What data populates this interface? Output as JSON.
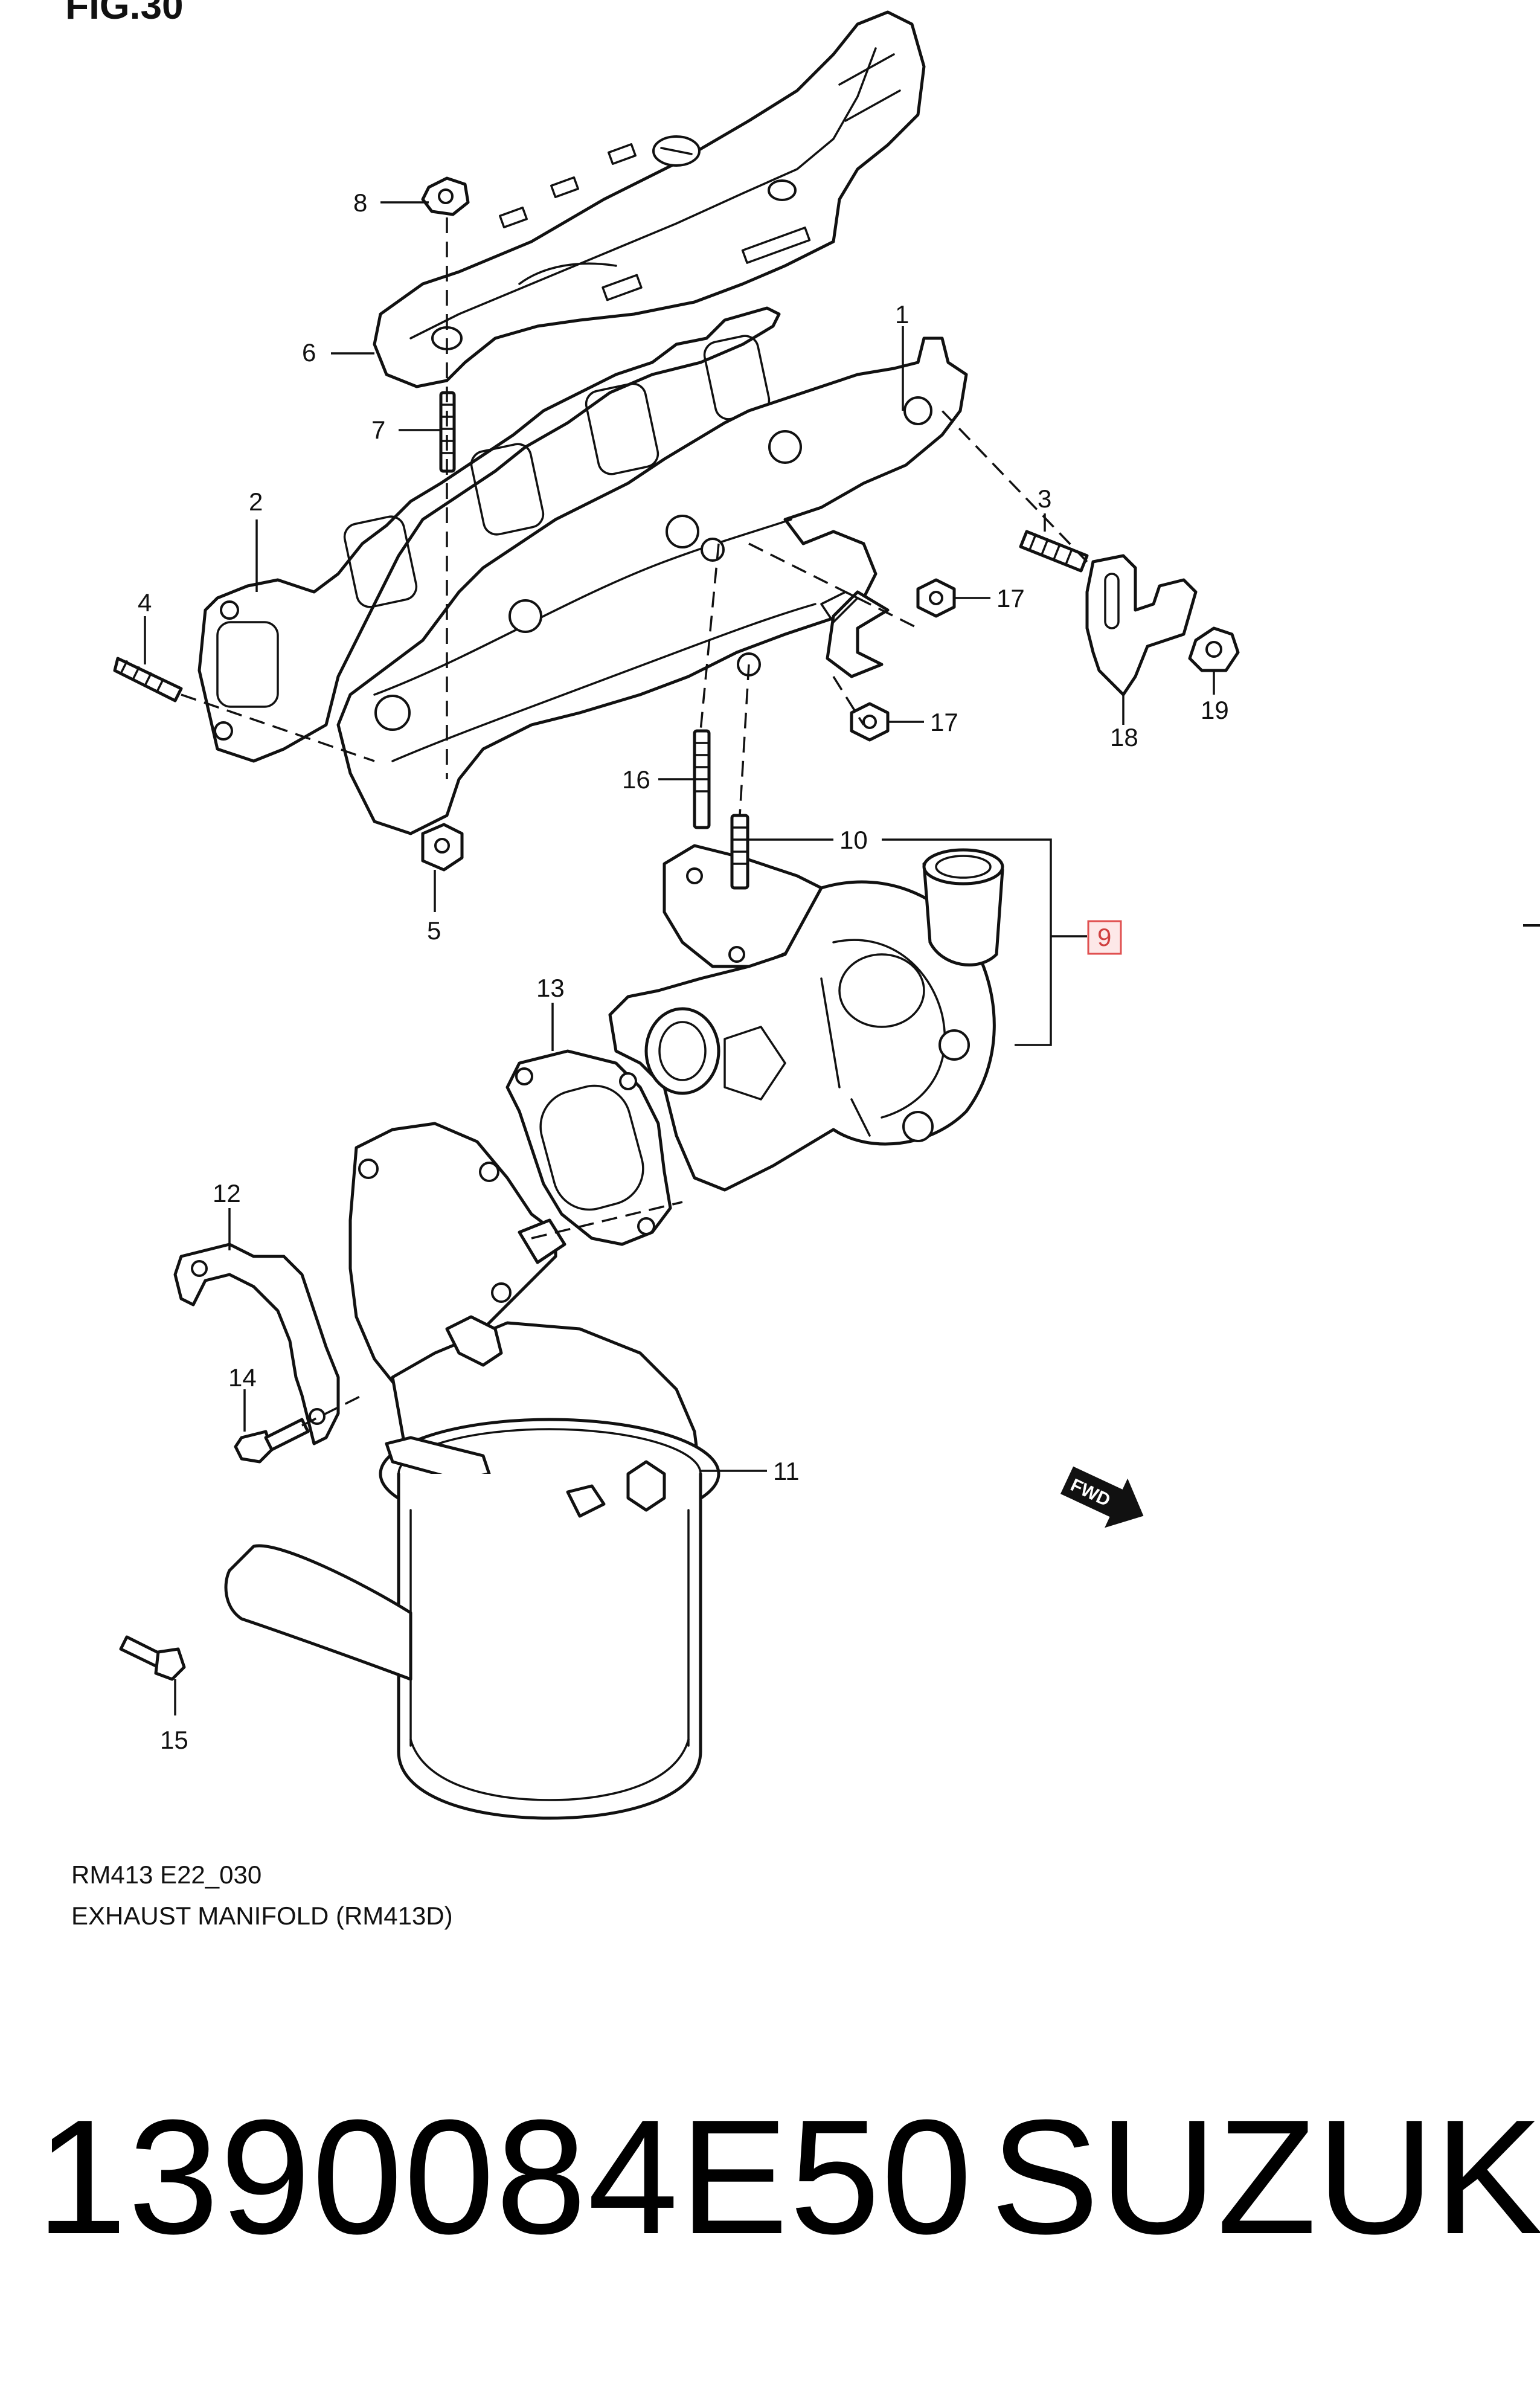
{
  "figure": {
    "label": "FIG.30"
  },
  "callouts": [
    {
      "num": "1"
    },
    {
      "num": "2"
    },
    {
      "num": "3"
    },
    {
      "num": "4"
    },
    {
      "num": "5"
    },
    {
      "num": "6"
    },
    {
      "num": "7"
    },
    {
      "num": "8"
    },
    {
      "num": "9",
      "highlighted": true,
      "highlight_color": "#e05050"
    },
    {
      "num": "10"
    },
    {
      "num": "11"
    },
    {
      "num": "12"
    },
    {
      "num": "13"
    },
    {
      "num": "14"
    },
    {
      "num": "15"
    },
    {
      "num": "16"
    },
    {
      "num": "17"
    },
    {
      "num": "17"
    },
    {
      "num": "18"
    },
    {
      "num": "19"
    }
  ],
  "fwd_marker": {
    "text": "FWD"
  },
  "caption": {
    "ref": "RM413 E22_030",
    "title": "EXHAUST MANIFOLD (RM413D)"
  },
  "footer": {
    "part_number": "1390084E50",
    "brand": "SUZUKI"
  }
}
